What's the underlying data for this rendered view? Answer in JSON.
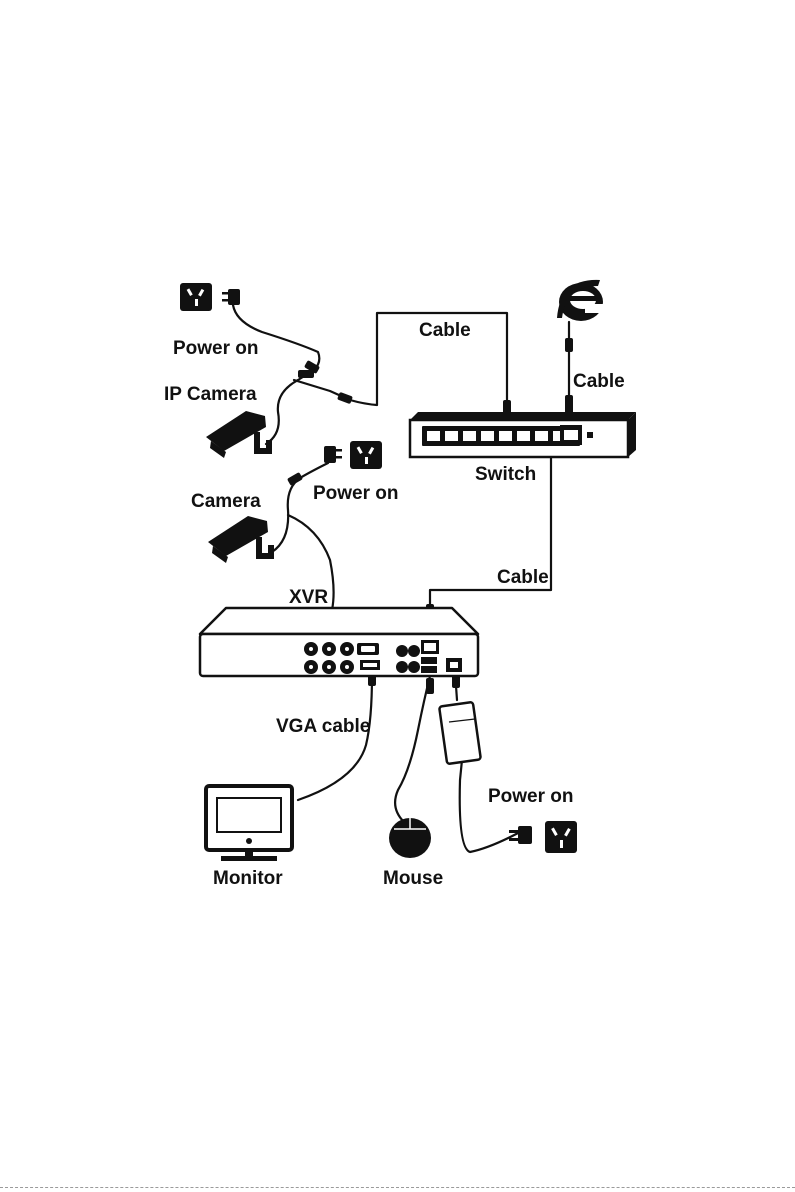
{
  "diagram": {
    "labels": {
      "power_on_top": "Power on",
      "ip_camera": "IP Camera",
      "cable_top": "Cable",
      "cable_internet": "Cable",
      "switch": "Switch",
      "camera": "Camera",
      "power_on_camera": "Power on",
      "cable_switch_xvr": "Cable",
      "xvr": "XVR",
      "vga_cable": "VGA cable",
      "power_on_xvr": "Power on",
      "monitor": "Monitor",
      "mouse": "Mouse"
    },
    "icons": [
      "power-outlet-icon",
      "power-plug-icon",
      "ip-camera-icon",
      "camera-icon",
      "internet-explorer-icon",
      "network-switch-icon",
      "xvr-recorder-icon",
      "power-adapter-icon",
      "monitor-icon",
      "mouse-icon"
    ]
  }
}
